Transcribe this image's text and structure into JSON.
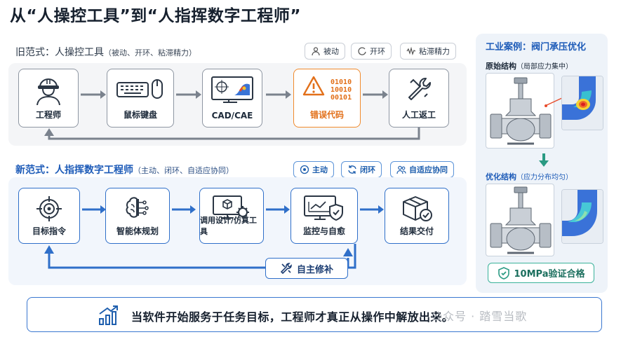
{
  "title": "从“人操控工具”到“人指挥数字工程师”",
  "old": {
    "heading": "旧范式：人操控工具",
    "heading_sub": "（被动、开环、粘滞精力）",
    "tags": [
      "被动",
      "开环",
      "粘滞精力"
    ],
    "steps": [
      "工程师",
      "鼠标键盘",
      "CAD/CAE",
      "错误代码",
      "人工返工"
    ],
    "error_code": [
      "01010",
      "10010",
      "00101"
    ]
  },
  "new": {
    "heading": "新范式：人指挥数字工程师",
    "heading_sub": "（主动、闭环、自适应协同）",
    "tags": [
      "主动",
      "闭环",
      "自适应协同"
    ],
    "steps": [
      "目标指令",
      "智能体规划",
      "调用设计/仿真工具",
      "监控与自愈",
      "结果交付"
    ],
    "loop_label": "自主修补"
  },
  "bottom": {
    "message": "当软件开始服务于任务目标，工程师才真正从操作中解放出来。",
    "watermark": "公众号 · 踏雪当歌"
  },
  "case": {
    "title": "工业案例：阀门承压优化",
    "before": "原始结构",
    "before_note": "（局部应力集中）",
    "after": "优化结构",
    "after_note": "（应力分布均匀）",
    "verified": "10MPa验证合格"
  },
  "colors": {
    "accent": "#2f6fc9",
    "warning": "#f08a2c",
    "ok": "#3ab29a"
  }
}
